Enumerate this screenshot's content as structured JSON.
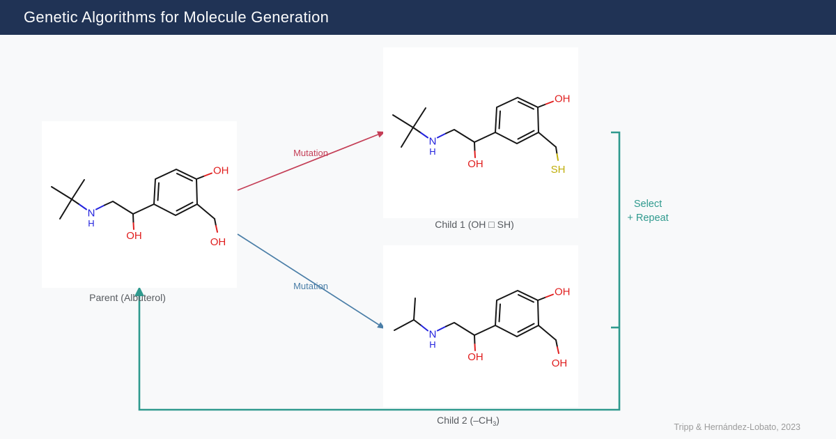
{
  "header": {
    "title": "Genetic Algorithms for Molecule Generation"
  },
  "diagram": {
    "parent": {
      "label": "Parent (Albuterol)"
    },
    "child1": {
      "label": "Child 1 (OH □ SH)"
    },
    "child2": {
      "label_prefix": "Child 2 (–CH",
      "label_sub": "3",
      "label_suffix": ")"
    },
    "arrows": {
      "mutation_top": "Mutation",
      "mutation_bottom": "Mutation"
    },
    "loop": {
      "line1": "Select",
      "line2": "+ Repeat"
    }
  },
  "atoms": {
    "nitrogen": "N",
    "hydrogen": "H",
    "hydroxyl": "OH",
    "thiol": "SH"
  },
  "attribution": "Tripp & Hernández-Lobato, 2023",
  "colors": {
    "header_bg": "#203355",
    "background": "#f8f9fa",
    "card_bg": "#ffffff",
    "bond_black": "#161616",
    "nitrogen_blue": "#2222dd",
    "oxygen_red": "#e01e1e",
    "sulfur_yellow": "#bfae0a",
    "mutation_arrow_red": "#c43e56",
    "mutation_arrow_blue": "#4a7ea7",
    "loop_teal": "#2f9a8e",
    "label_gray": "#565a5f",
    "attribution_gray": "#9b9b9b"
  }
}
